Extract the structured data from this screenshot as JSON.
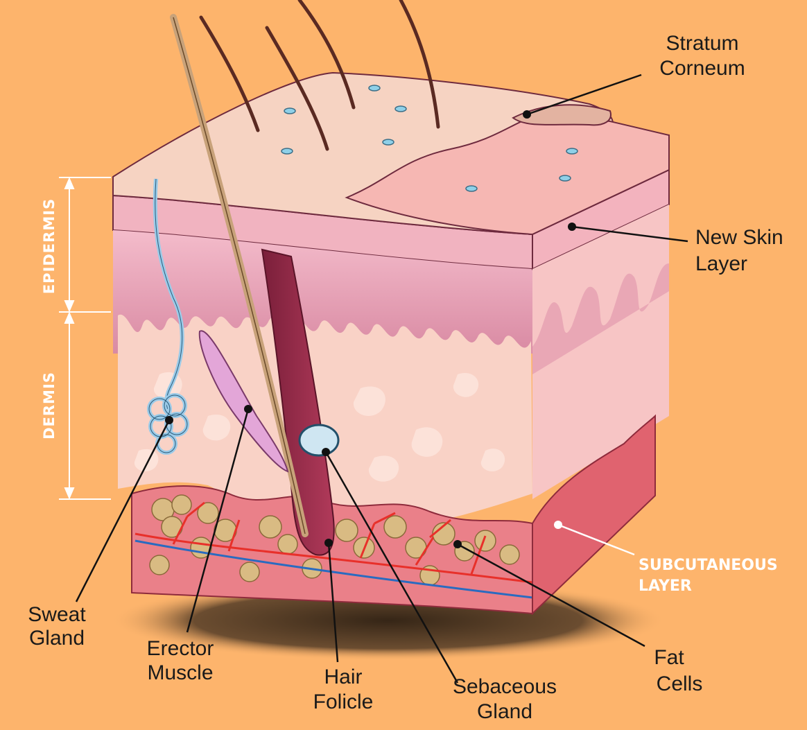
{
  "diagram": {
    "colors": {
      "background": "#fdb46c",
      "stratum_corneum": "#f6d2c4",
      "new_skin_layer": "#f2a9b4",
      "epidermis": "#e7a0b3",
      "dermis": "#f9d0c8",
      "subcutaneous": "#e0636f",
      "fat_cells": "#d2b57c",
      "blood_vessels": "#e8302a",
      "nerve_vein": "#2a6bc0",
      "sweat_gland": "#9bcbe8",
      "shadow": "#3a2a1c"
    },
    "vertical_labels": {
      "epidermis": "EPIDERMIS",
      "dermis": "DERMIS"
    },
    "labels": {
      "stratum_corneum_line1": "Stratum",
      "stratum_corneum_line2": "Corneum",
      "new_skin_line1": "New Skin",
      "new_skin_line2": "Layer",
      "subcutaneous_line1": "SUBCUTANEOUS",
      "subcutaneous_line2": "LAYER",
      "fat_cells_line1": "Fat",
      "fat_cells_line2": "Cells",
      "sebaceous_line1": "Sebaceous",
      "sebaceous_line2": "Gland",
      "hair_line1": "Hair",
      "hair_line2": "Folicle",
      "erector_line1": "Erector",
      "erector_line2": "Muscle",
      "sweat_line1": "Sweat",
      "sweat_line2": "Gland"
    }
  }
}
